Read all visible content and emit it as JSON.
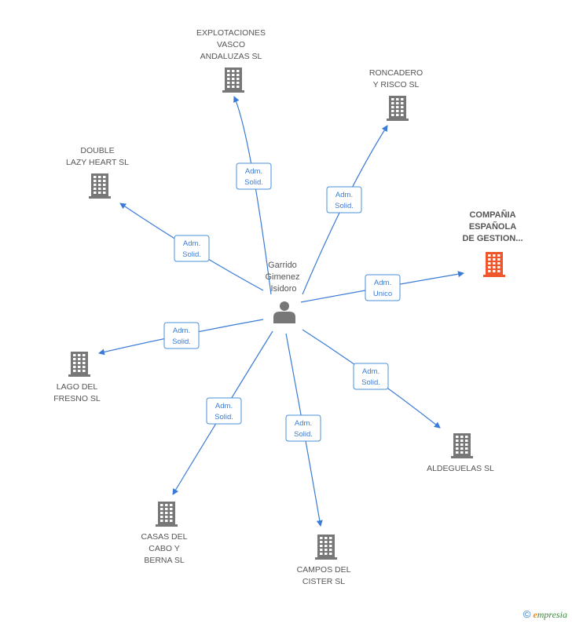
{
  "colors": {
    "edge": "#3a7bd5",
    "building": "#777777",
    "building_highlight": "#f0552c",
    "person": "#777777"
  },
  "center": {
    "label_lines": [
      "Garrido",
      "Gimenez",
      "Isidoro"
    ],
    "icon": "person-icon"
  },
  "companies": [
    {
      "id": "explotaciones",
      "label_lines": [
        "EXPLOTACIONES",
        "VASCO",
        "ANDALUZAS SL"
      ],
      "highlight": false,
      "relation": [
        "Adm.",
        "Solid."
      ]
    },
    {
      "id": "roncadero",
      "label_lines": [
        "RONCADERO",
        "Y RISCO SL"
      ],
      "highlight": false,
      "relation": [
        "Adm.",
        "Solid."
      ]
    },
    {
      "id": "double",
      "label_lines": [
        "DOUBLE",
        "LAZY HEART SL"
      ],
      "highlight": false,
      "relation": [
        "Adm.",
        "Solid."
      ]
    },
    {
      "id": "compania",
      "label_lines": [
        "COMPAÑIA",
        "ESPAÑOLA",
        "DE GESTION..."
      ],
      "highlight": true,
      "relation": [
        "Adm.",
        "Unico"
      ]
    },
    {
      "id": "lago",
      "label_lines": [
        "LAGO DEL",
        "FRESNO SL"
      ],
      "highlight": false,
      "relation": [
        "Adm.",
        "Solid."
      ]
    },
    {
      "id": "aldeguelas",
      "label_lines": [
        "ALDEGUELAS SL"
      ],
      "highlight": false,
      "relation": [
        "Adm.",
        "Solid."
      ]
    },
    {
      "id": "casas",
      "label_lines": [
        "CASAS DEL",
        "CABO Y",
        "BERNA SL"
      ],
      "highlight": false,
      "relation": [
        "Adm.",
        "Solid."
      ]
    },
    {
      "id": "campos",
      "label_lines": [
        "CAMPOS DEL",
        "CISTER SL"
      ],
      "highlight": false,
      "relation": [
        "Adm.",
        "Solid."
      ]
    }
  ],
  "footer": {
    "copyright": "©",
    "brand_initial": "e",
    "brand_rest": "mpresia"
  }
}
